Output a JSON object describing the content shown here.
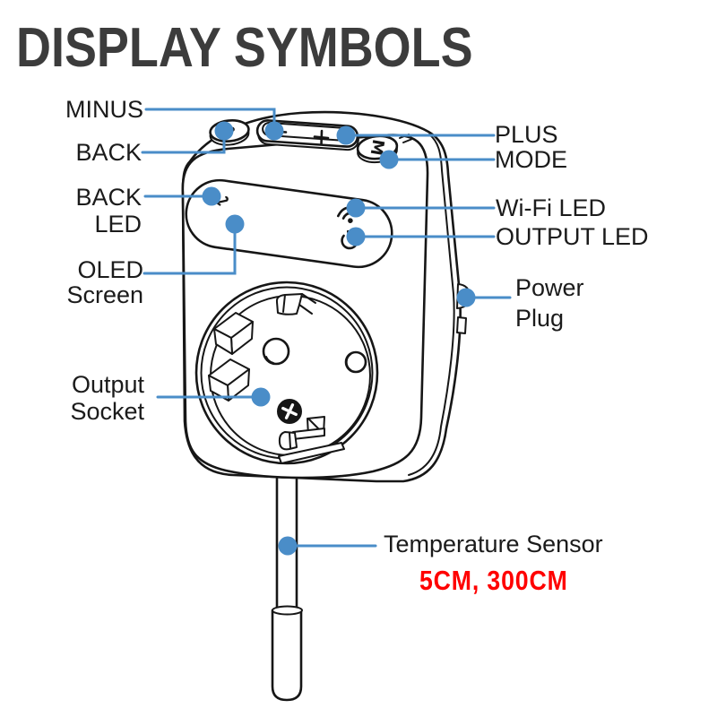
{
  "title": "DISPLAY SYMBOLS",
  "colors": {
    "callout_blue": "#4a8dc8",
    "line_art": "#161616",
    "title_gray": "#3c3c3c",
    "label_black": "#1b1b1b",
    "note_red": "#ff0000"
  },
  "labels": {
    "minus": "MINUS",
    "back": "BACK",
    "back_led_line1": "BACK",
    "back_led_line2": "LED",
    "oled_line1": "OLED",
    "oled_line2": "Screen",
    "output_socket_line1": "Output",
    "output_socket_line2": "Socket",
    "plus": "PLUS",
    "mode": "MODE",
    "wifi_led": "Wi-Fi LED",
    "output_led": "OUTPUT LED",
    "power_line1": "Power",
    "power_line2": "Plug",
    "temperature_sensor": "Temperature Sensor",
    "sensor_lengths": "5CM, 300CM"
  },
  "device": {
    "mode_button_glyph": "M",
    "back_button_glyph": "↩",
    "screen_back_glyph": "↩",
    "icons": [
      "back-arrow-icon",
      "minus-icon",
      "plus-icon",
      "mode-m-icon",
      "wifi-icon",
      "power-icon"
    ]
  }
}
